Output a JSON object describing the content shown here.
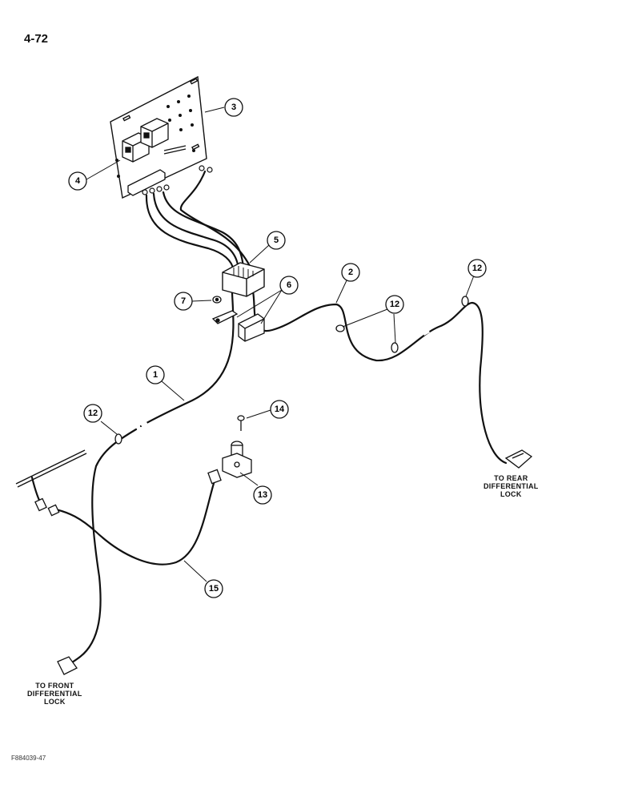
{
  "page": {
    "number": "4-72",
    "figure_code": "F884039-47"
  },
  "callouts": [
    "3",
    "4",
    "5",
    "7",
    "6",
    "2",
    "12",
    "12",
    "12",
    "1",
    "12",
    "14",
    "13",
    "15"
  ],
  "destinations": {
    "rear": [
      "TO REAR",
      "DIFFERENTIAL",
      "LOCK"
    ],
    "front": [
      "TO FRONT",
      "DIFFERENTIAL",
      "LOCK"
    ]
  }
}
